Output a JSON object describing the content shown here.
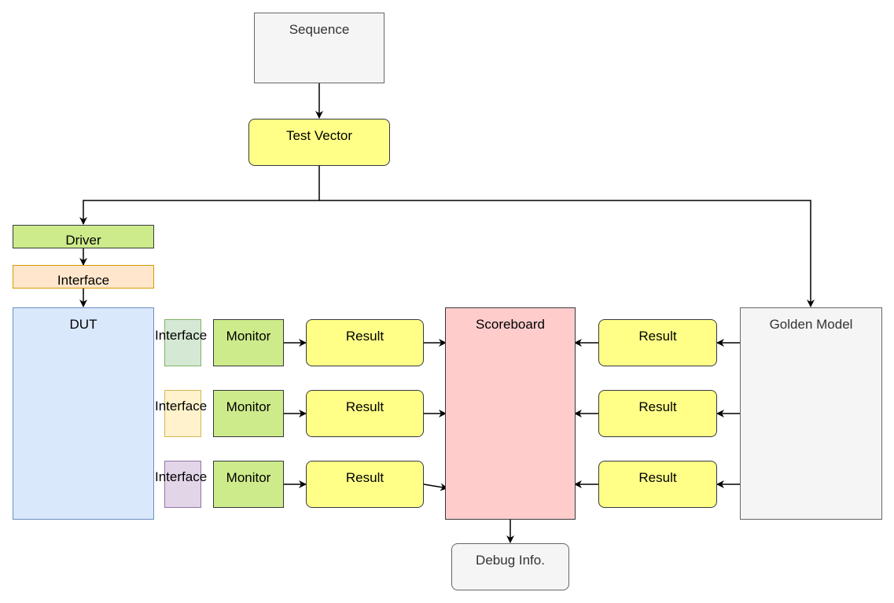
{
  "nodes": {
    "sequence": "Sequence",
    "test_vector": "Test Vector",
    "driver": "Driver",
    "interface_top": "Interface",
    "dut": "DUT",
    "interface_1": "Interface",
    "interface_2": "Interface",
    "interface_3": "Interface",
    "monitor_1": "Monitor",
    "monitor_2": "Monitor",
    "monitor_3": "Monitor",
    "result_left_1": "Result",
    "result_left_2": "Result",
    "result_left_3": "Result",
    "scoreboard": "Scoreboard",
    "result_right_1": "Result",
    "result_right_2": "Result",
    "result_right_3": "Result",
    "golden_model": "Golden Model",
    "debug_info": "Debug Info."
  },
  "colors": {
    "yellow": "#ffff88",
    "green": "#cdeb8b",
    "orange": "#ffe6cc",
    "blue": "#dae8fc",
    "red": "#ffcccc",
    "grey": "#f5f5f5"
  }
}
